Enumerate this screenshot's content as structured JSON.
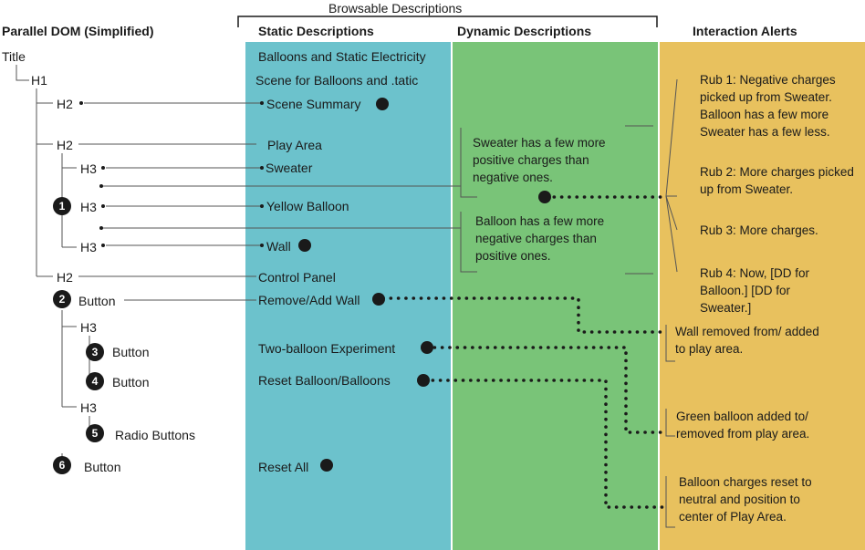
{
  "headers": {
    "browsable": "Browsable Descriptions",
    "parallel_dom": "Parallel DOM (Simplified)",
    "static": "Static Descriptions",
    "dynamic": "Dynamic Descriptions",
    "alerts": "Interaction Alerts"
  },
  "dom_tree": {
    "title": "Title",
    "h1": "H1",
    "h2_scene": "H2",
    "h2_play": "H2",
    "h3_sweater": "H3",
    "h3_balloon": "H3",
    "h3_wall": "H3",
    "h2_control": "H2",
    "button_2": "Button",
    "h3_a": "H3",
    "button_3": "Button",
    "button_4": "Button",
    "h3_b": "H3",
    "radio_5": "Radio Buttons",
    "button_6": "Button"
  },
  "badges": [
    "1",
    "2",
    "3",
    "4",
    "5",
    "6"
  ],
  "static": {
    "title_line1": "Balloons and Static Electricity",
    "title_line2": "Scene for Balloons and .tatic",
    "scene_summary": "Scene Summary",
    "play_area": "Play Area",
    "sweater": "Sweater",
    "yellow_balloon": "Yellow Balloon",
    "wall": "Wall",
    "control_panel": "Control Panel",
    "remove_add_wall": "Remove/Add Wall",
    "two_balloon": "Two-balloon Experiment",
    "reset_balloons": "Reset Balloon/Balloons",
    "reset_all": "Reset All"
  },
  "dynamic": {
    "sweater_desc": "Sweater has a few more positive charges than negative ones.",
    "balloon_desc": "Balloon has a few more negative charges than positive ones."
  },
  "alerts": {
    "rub1": "Rub 1: Negative charges picked up from Sweater. Balloon has a few more Sweater has a few less.",
    "rub2": "Rub 2: More charges picked up from Sweater.",
    "rub3": "Rub 3: More charges.",
    "rub4": "Rub 4: Now, [DD for Balloon.] [DD for Sweater.]",
    "wall_removed": "Wall removed from/ added to play area.",
    "green_balloon": "Green balloon added to/ removed from play area.",
    "reset_charges": "Balloon charges reset to neutral and position to center of Play Area."
  }
}
